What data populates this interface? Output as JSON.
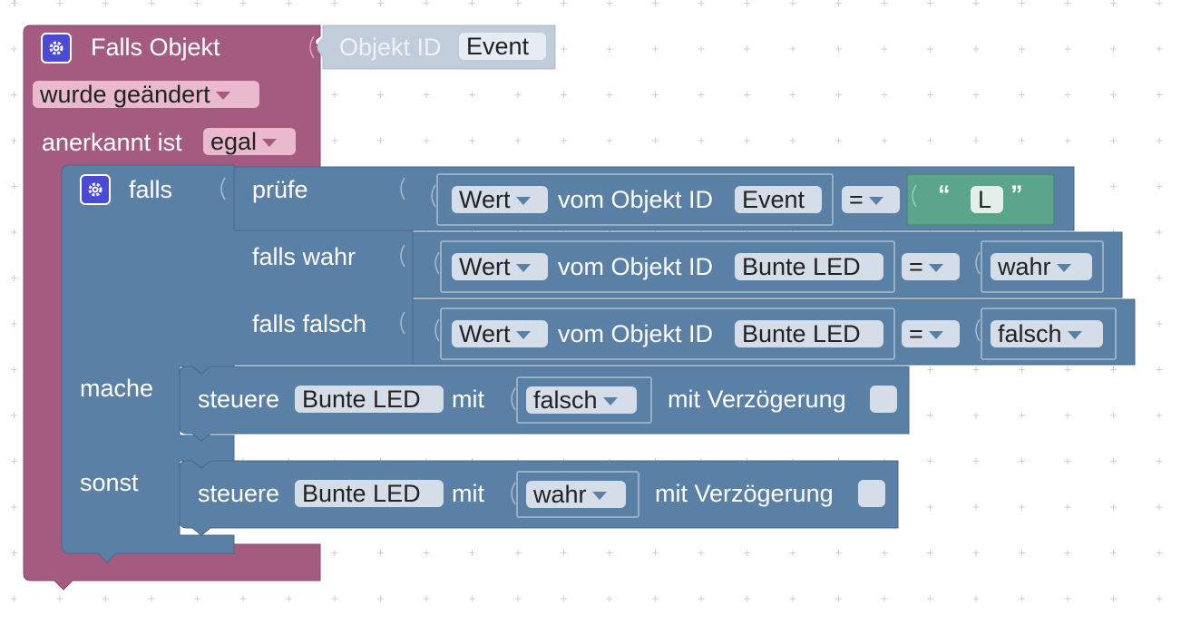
{
  "trigger_block": {
    "title": "Falls Objekt",
    "object_label": "Objekt ID",
    "object_value": "Event",
    "change_mode": "wurde geändert",
    "ack_label": "anerkannt ist",
    "ack_value": "egal",
    "color": "#a55b80"
  },
  "if_block": {
    "falls_label": "falls",
    "check_label": "prüfe",
    "true_label": "falls wahr",
    "false_label": "falls falsch",
    "do_label": "mache",
    "else_label": "sonst",
    "color": "#5b80a5"
  },
  "condition": {
    "value_mode": "Wert",
    "from_label": "vom Objekt ID",
    "object": "Event",
    "operator": "=",
    "string_value": "L",
    "quote_open": "“",
    "quote_close": "”"
  },
  "true_compare": {
    "value_mode": "Wert",
    "from_label": "vom Objekt ID",
    "object": "Bunte LED",
    "operator": "=",
    "bool_value": "wahr"
  },
  "false_compare": {
    "value_mode": "Wert",
    "from_label": "vom Objekt ID",
    "object": "Bunte LED",
    "operator": "=",
    "bool_value": "falsch"
  },
  "control_do": {
    "label": "steuere",
    "object": "Bunte LED",
    "with_label": "mit",
    "value": "falsch",
    "delay_label": "mit Verzögerung"
  },
  "control_else": {
    "label": "steuere",
    "object": "Bunte LED",
    "with_label": "mit",
    "value": "wahr",
    "delay_label": "mit Verzögerung"
  }
}
